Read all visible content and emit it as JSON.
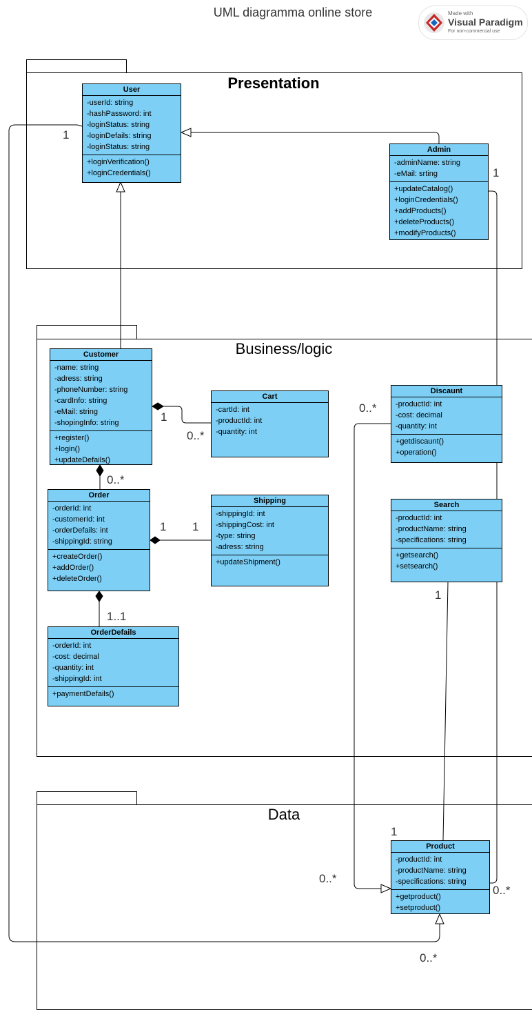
{
  "title": "UML diagramma online store",
  "badge": {
    "made_with": "Made with",
    "brand": "Visual Paradigm",
    "license": "For non-commercial use"
  },
  "packages": {
    "presentation": "Presentation",
    "business": "Business/logic",
    "data": "Data"
  },
  "classes": {
    "user": {
      "name": "User",
      "attributes": [
        "-userId: string",
        "-hashPassword: int",
        "-loginStatus: string",
        "-loginDefails: string",
        "-loginStatus: string"
      ],
      "operations": [
        "+loginVerification()",
        "+loginCredentials()"
      ]
    },
    "admin": {
      "name": "Admin",
      "attributes": [
        "-adminName: string",
        "-eMail: srting"
      ],
      "operations": [
        "+updateCatalog()",
        "+loginCredentials()",
        "+addProducts()",
        "+deleteProducts()",
        "+modifyProducts()"
      ]
    },
    "customer": {
      "name": "Customer",
      "attributes": [
        "-name: string",
        "-adress: string",
        "-phoneNumber: string",
        "-cardInfo: string",
        "-eMail: string",
        "-shopingInfo: string"
      ],
      "operations": [
        "+register()",
        "+login()",
        "+updateDefails()"
      ]
    },
    "cart": {
      "name": "Cart",
      "attributes": [
        "-cartId: int",
        "-productId: int",
        "-quantity: int"
      ],
      "operations": []
    },
    "order": {
      "name": "Order",
      "attributes": [
        "-orderId: int",
        "-customerId: int",
        "-orderDefails: int",
        "-shippingId: string"
      ],
      "operations": [
        "+createOrder()",
        "+addOrder()",
        "+deleteOrder()"
      ]
    },
    "shipping": {
      "name": "Shipping",
      "attributes": [
        "-shippingId: int",
        "-shippingCost: int",
        "-type: string",
        "-adress: string"
      ],
      "operations": [
        "+updateShipment()"
      ]
    },
    "orderdefails": {
      "name": "OrderDefails",
      "attributes": [
        "-orderId: int",
        "-cost: decimal",
        "-quantity: int",
        "-shippingId: int"
      ],
      "operations": [
        "+paymentDefails()"
      ]
    },
    "discaunt": {
      "name": "Discaunt",
      "attributes": [
        "-productId: int",
        "-cost: decimal",
        "-quantity: int"
      ],
      "operations": [
        "+getdiscaunt()",
        "+operation()"
      ]
    },
    "search": {
      "name": "Search",
      "attributes": [
        "-productId: int",
        "-productName: string",
        "-specifications: string"
      ],
      "operations": [
        "+getsearch()",
        "+setsearch()"
      ]
    },
    "product": {
      "name": "Product",
      "attributes": [
        "-productId: int",
        "-productName: string",
        "-specifications: string"
      ],
      "operations": [
        "+getproduct()",
        "+setproduct()"
      ]
    }
  },
  "multiplicities": {
    "user_product_user_end": "1",
    "admin_product_admin_end": "1",
    "customer_cart_customer_end": "1",
    "customer_cart_cart_end": "0..*",
    "customer_order_order_end": "0..*",
    "order_shipping_order_end": "1",
    "order_shipping_shipping_end": "1",
    "order_orderdefails_end": "1..1",
    "discaunt_product_discaunt_end": "0..*",
    "search_product_search_end": "1",
    "search_product_product_end": "1",
    "discaunt_product_product_end": "0..*",
    "admin_product_product_end": "0..*",
    "user_product_product_end": "0..*"
  }
}
